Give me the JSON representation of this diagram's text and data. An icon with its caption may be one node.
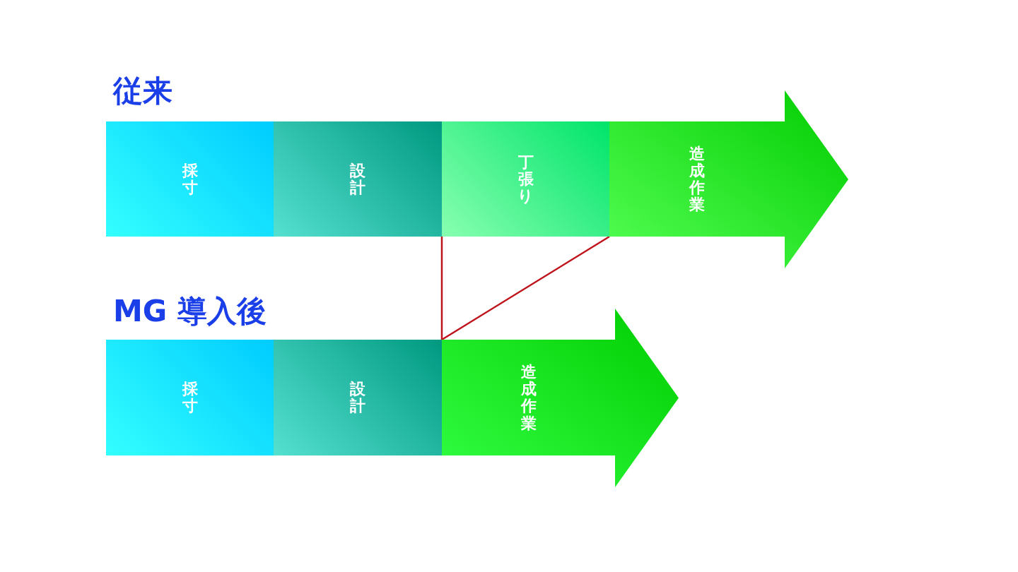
{
  "diagram": {
    "nodes": [
      {
        "text": [
          "採寸"
        ]
      },
      {
        "text": [
          "設計"
        ]
      },
      {
        "text": [
          "丁張り"
        ]
      },
      {
        "text": [
          "造成作業"
        ]
      },
      {
        "text": [
          "採寸"
        ]
      },
      {
        "text": [
          "設計"
        ]
      },
      {
        "text": [
          "造成作業"
        ]
      }
    ],
    "edges": [
      {
        "from": 2,
        "to": 6,
        "arrow": "none"
      },
      {
        "from": 3,
        "to": 6,
        "arrow": "none"
      }
    ],
    "labels": [
      "従来",
      "MG 導入後"
    ]
  }
}
